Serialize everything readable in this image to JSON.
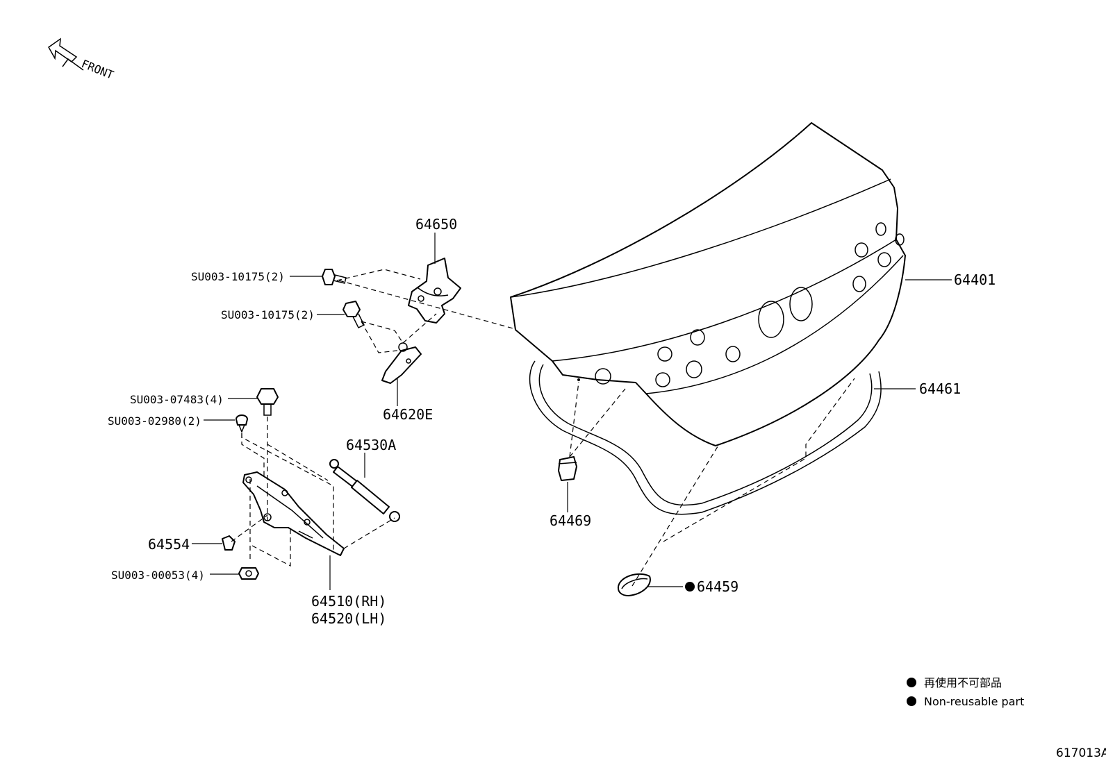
{
  "front_label": "FRONT",
  "parts": {
    "p64650": "64650",
    "su_10175_a": "SU003-10175(2)",
    "su_10175_b": "SU003-10175(2)",
    "p64401": "64401",
    "p64461": "64461",
    "p64620e": "64620E",
    "su_07483": "SU003-07483(4)",
    "su_02980": "SU003-02980(2)",
    "p64530a": "64530A",
    "p64469": "64469",
    "p64554": "64554",
    "su_00053": "SU003-00053(4)",
    "p64459": "64459",
    "p64510": "64510(RH)",
    "p64520": "64520(LH)"
  },
  "legend": {
    "line1": "再使用不可部品",
    "line2": "Non-reusable part"
  },
  "diagram_code": "617013A"
}
